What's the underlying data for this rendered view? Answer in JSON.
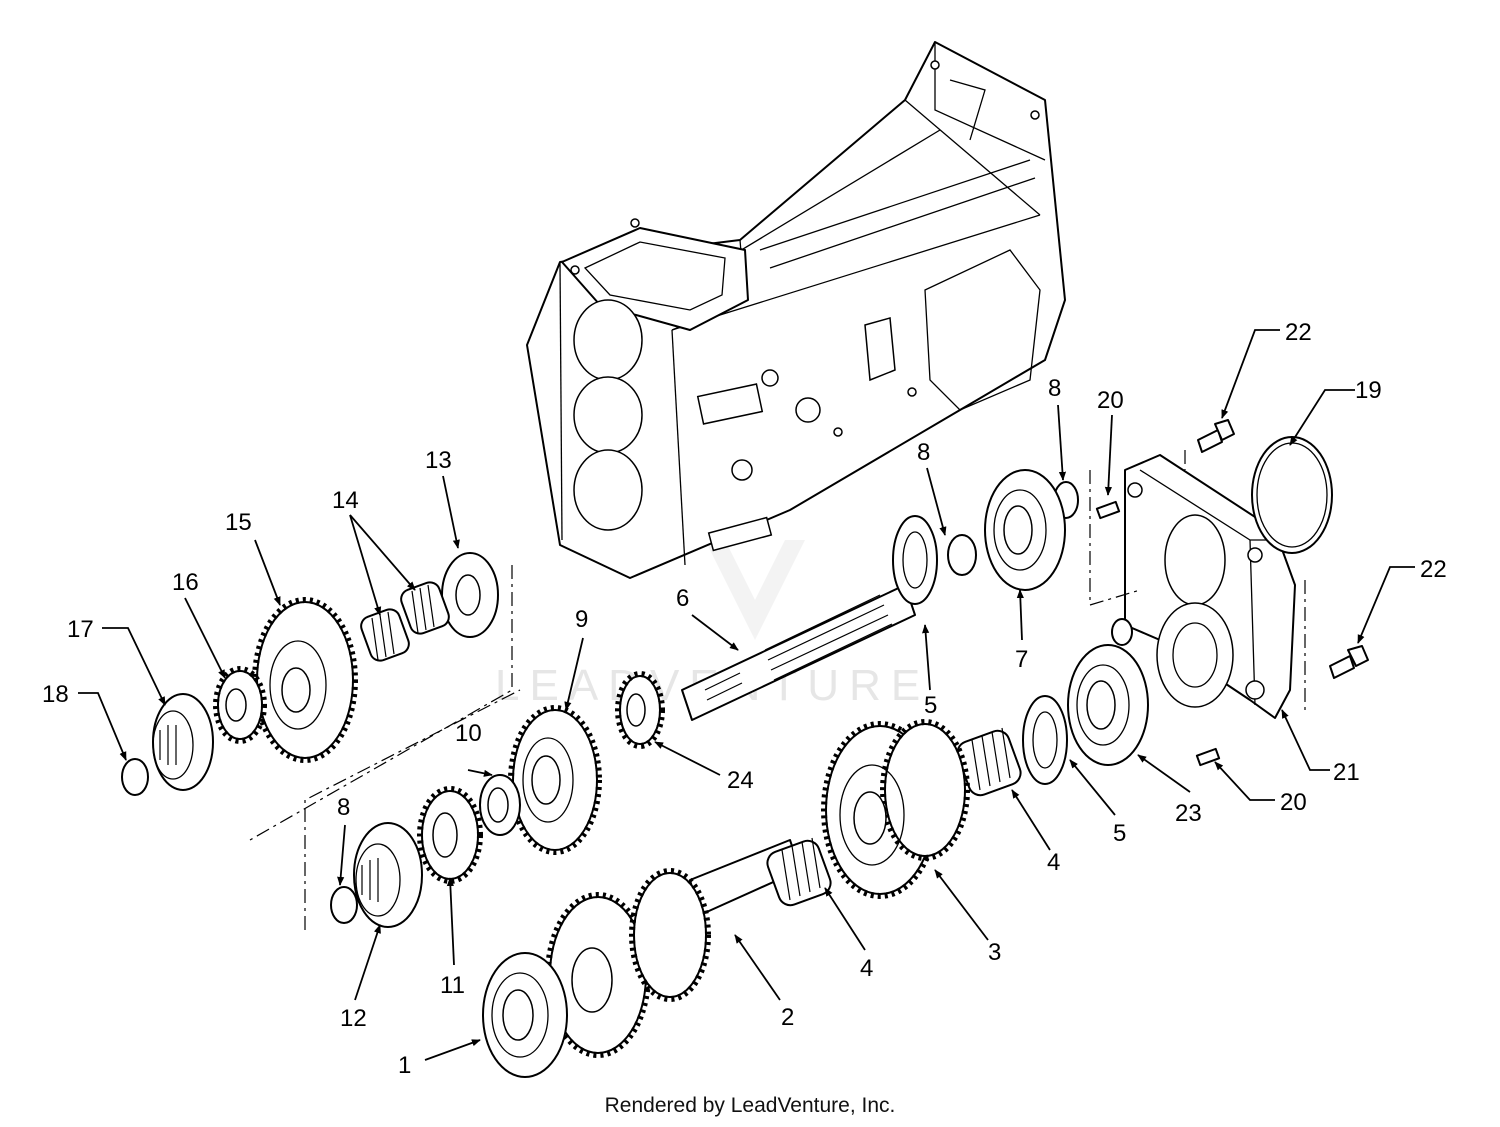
{
  "watermark": "LEADVENTURE",
  "credit": "Rendered by LeadVenture, Inc.",
  "callouts": [
    "1",
    "2",
    "3",
    "4",
    "4",
    "5",
    "5",
    "6",
    "7",
    "8",
    "8",
    "8",
    "9",
    "10",
    "11",
    "12",
    "13",
    "14",
    "15",
    "16",
    "17",
    "18",
    "19",
    "20",
    "20",
    "21",
    "22",
    "22",
    "23",
    "24"
  ]
}
